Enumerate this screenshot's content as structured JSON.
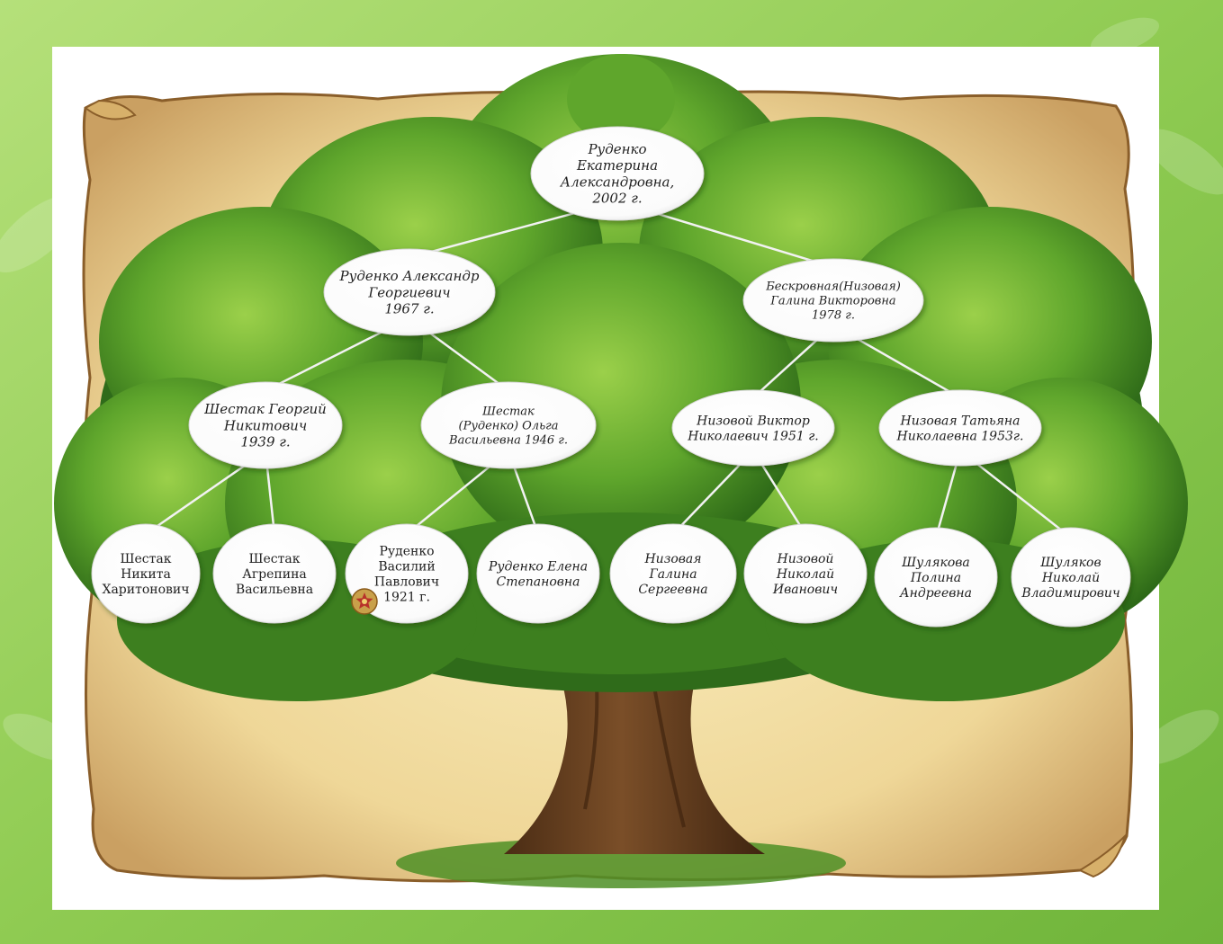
{
  "colors": {
    "frame_green_light": "#a8d86a",
    "frame_green_dark": "#6fb43a",
    "parchment": "#f0dca0",
    "parchment_edge": "#b88a4a",
    "foliage_dark": "#2f6b1a",
    "foliage_mid": "#4f9a2a",
    "foliage_light": "#8cc63e",
    "trunk": "#6b4423",
    "trunk_dark": "#4a2c14",
    "node_fill": "#ffffff",
    "connector": "#f2f2f2",
    "text": "#222222"
  },
  "people": {
    "p1": {
      "lines": [
        "Руденко",
        "Екатерина",
        "Александровна,",
        "2002 г."
      ]
    },
    "p2": {
      "lines": [
        "Руденко Александр",
        "Георгиевич",
        "1967 г."
      ]
    },
    "p3": {
      "lines": [
        "Бескровная(Низовая)",
        "Галина Викторовна",
        "1978 г."
      ]
    },
    "p4": {
      "lines": [
        "Шестак Георгий",
        "Никитович",
        "1939 г."
      ]
    },
    "p5": {
      "lines": [
        "Шестак",
        "(Руденко) Ольга",
        "Васильевна 1946 г."
      ]
    },
    "p6": {
      "lines": [
        "Низовой Виктор",
        "Николаевич 1951 г."
      ]
    },
    "p7": {
      "lines": [
        "Низовая  Татьяна",
        "Николаевна  1953г."
      ]
    },
    "p8": {
      "lines": [
        "Шестак",
        "Никита",
        "Харитонович"
      ]
    },
    "p9": {
      "lines": [
        "Шестак",
        "Агрепина",
        "Васильевна"
      ]
    },
    "p10": {
      "lines": [
        "Руденко",
        "Василий",
        "Павлович",
        "1921 г."
      ]
    },
    "p11": {
      "lines": [
        "Руденко Елена",
        "Степановна"
      ]
    },
    "p12": {
      "lines": [
        "Низовая",
        "Галина",
        "Сергеевна"
      ]
    },
    "p13": {
      "lines": [
        "Низовой",
        "Николай",
        "Иванович"
      ]
    },
    "p14": {
      "lines": [
        "Шулякова",
        "Полина",
        "Андреевна"
      ]
    },
    "p15": {
      "lines": [
        "Шуляков",
        "Николай",
        "Владимирович"
      ]
    }
  },
  "relations": [
    [
      "p1",
      "p2"
    ],
    [
      "p1",
      "p3"
    ],
    [
      "p2",
      "p4"
    ],
    [
      "p2",
      "p5"
    ],
    [
      "p3",
      "p6"
    ],
    [
      "p3",
      "p7"
    ],
    [
      "p4",
      "p8"
    ],
    [
      "p4",
      "p9"
    ],
    [
      "p5",
      "p10"
    ],
    [
      "p5",
      "p11"
    ],
    [
      "p6",
      "p12"
    ],
    [
      "p6",
      "p13"
    ],
    [
      "p7",
      "p14"
    ],
    [
      "p7",
      "p15"
    ]
  ],
  "icons": {
    "medal": "order-medal-icon"
  }
}
